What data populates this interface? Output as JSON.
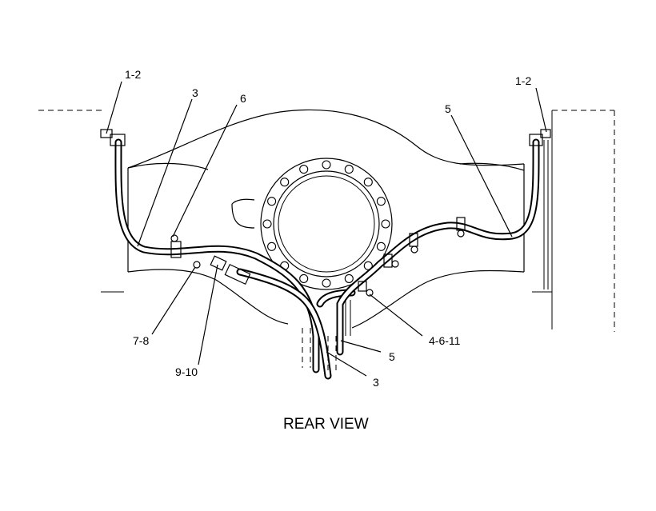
{
  "caption": "REAR VIEW",
  "callouts": {
    "c1_2_left": "1-2",
    "c1_2_right": "1-2",
    "c3_top": "3",
    "c6_top": "6",
    "c5_top": "5",
    "c7_8": "7-8",
    "c9_10": "9-10",
    "c4_6_11": "4-6-11",
    "c5_bottom": "5",
    "c3_bottom": "3"
  }
}
